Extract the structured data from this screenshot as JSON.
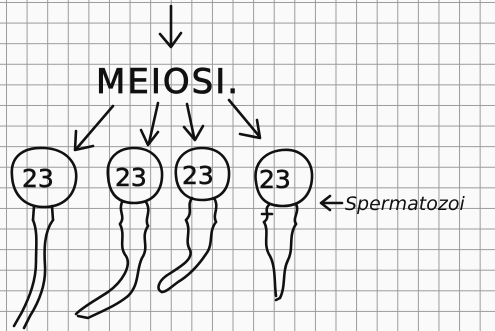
{
  "title": "MEIOSI.",
  "cells": [
    {
      "number": "23"
    },
    {
      "number": "23"
    },
    {
      "number": "23"
    },
    {
      "number": "23"
    }
  ],
  "label": "Spermatozoi",
  "colors": {
    "ink": "#111111",
    "grid": "#9a9a9a",
    "paper": "#fafafa"
  }
}
